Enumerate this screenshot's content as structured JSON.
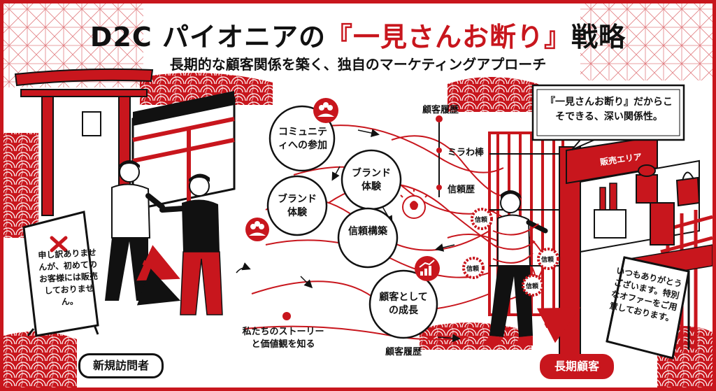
{
  "title": {
    "prefix": "D2C パイオニアの",
    "highlight": "『一見さんお断り』",
    "suffix": "戦略"
  },
  "subtitle": "長期的な顧客関係を築く、独自のマーケティングアプローチ",
  "left_sign": "申し訳ありませんが、初めてのお客様には販売しておりません。",
  "right_sign": "いつもありがとうございます。特別なオファーをご用意しております。",
  "speech_bubble": "『一見さんお断り』だからこそできる、深い関係性。",
  "sales_area": "販売エリア",
  "journey": {
    "circles": [
      "コミュニティへの参加",
      "ブランド体験",
      "ブランド体験",
      "信頼構築",
      "顧客としての成長"
    ],
    "timeline": [
      "顧客履歴",
      "ミラわ棒",
      "信頼歴"
    ],
    "story": "私たちのストーリーと価値観を知る",
    "bottom_history": "顧客履歴"
  },
  "badges": [
    "信頼",
    "信頼",
    "信頼",
    "信頼"
  ],
  "labels": {
    "new_visitor": "新規訪問者",
    "long_term": "長期顧客"
  },
  "colors": {
    "accent": "#c8161d",
    "ink": "#111111"
  }
}
